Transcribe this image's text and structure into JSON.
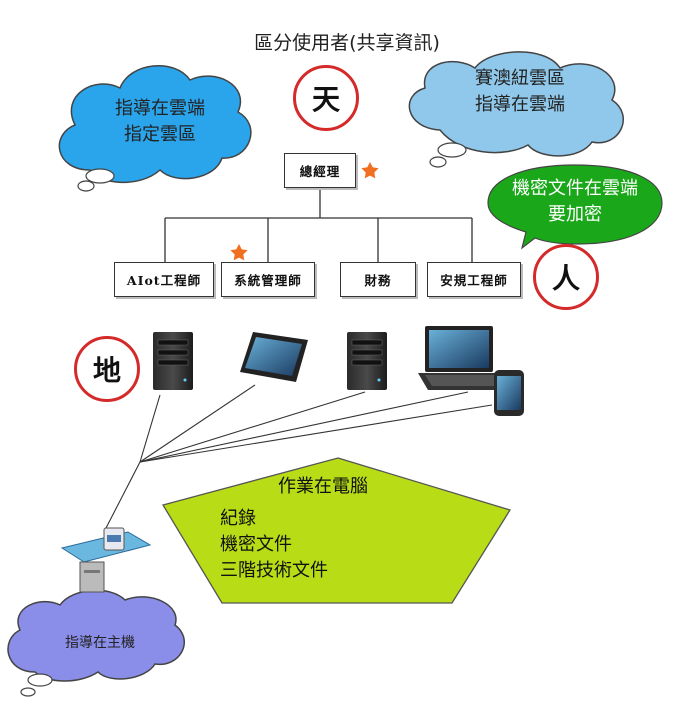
{
  "title": "區分使用者(共享資訊)",
  "circles": {
    "sky": "天",
    "person": "人",
    "earth": "地"
  },
  "org": {
    "top": "總經理",
    "roles": [
      "AIot工程師",
      "系統管理師",
      "財務",
      "安規工程師"
    ]
  },
  "clouds": {
    "left": [
      "指導在雲端",
      "指定雲區"
    ],
    "right": [
      "賽澳紐雲區",
      "指導在雲端"
    ],
    "green": [
      "機密文件在雲端",
      "要加密"
    ],
    "bottom": [
      "指導在主機"
    ]
  },
  "pentagon": {
    "heading": "作業在電腦",
    "items": [
      "紀錄",
      "機密文件",
      "三階技術文件"
    ]
  },
  "devices": [
    "server",
    "tablet",
    "server",
    "laptop",
    "phone",
    "host-computer"
  ],
  "colors": {
    "circle_border": "#d42a2a",
    "cloud_blue": "#2aa4ea",
    "cloud_blue_light": "#8fc8ea",
    "cloud_lavender": "#8a8ee8",
    "speech_green": "#1aa81a",
    "pentagon_fill": "#b8dc16",
    "star": "#f07020"
  }
}
